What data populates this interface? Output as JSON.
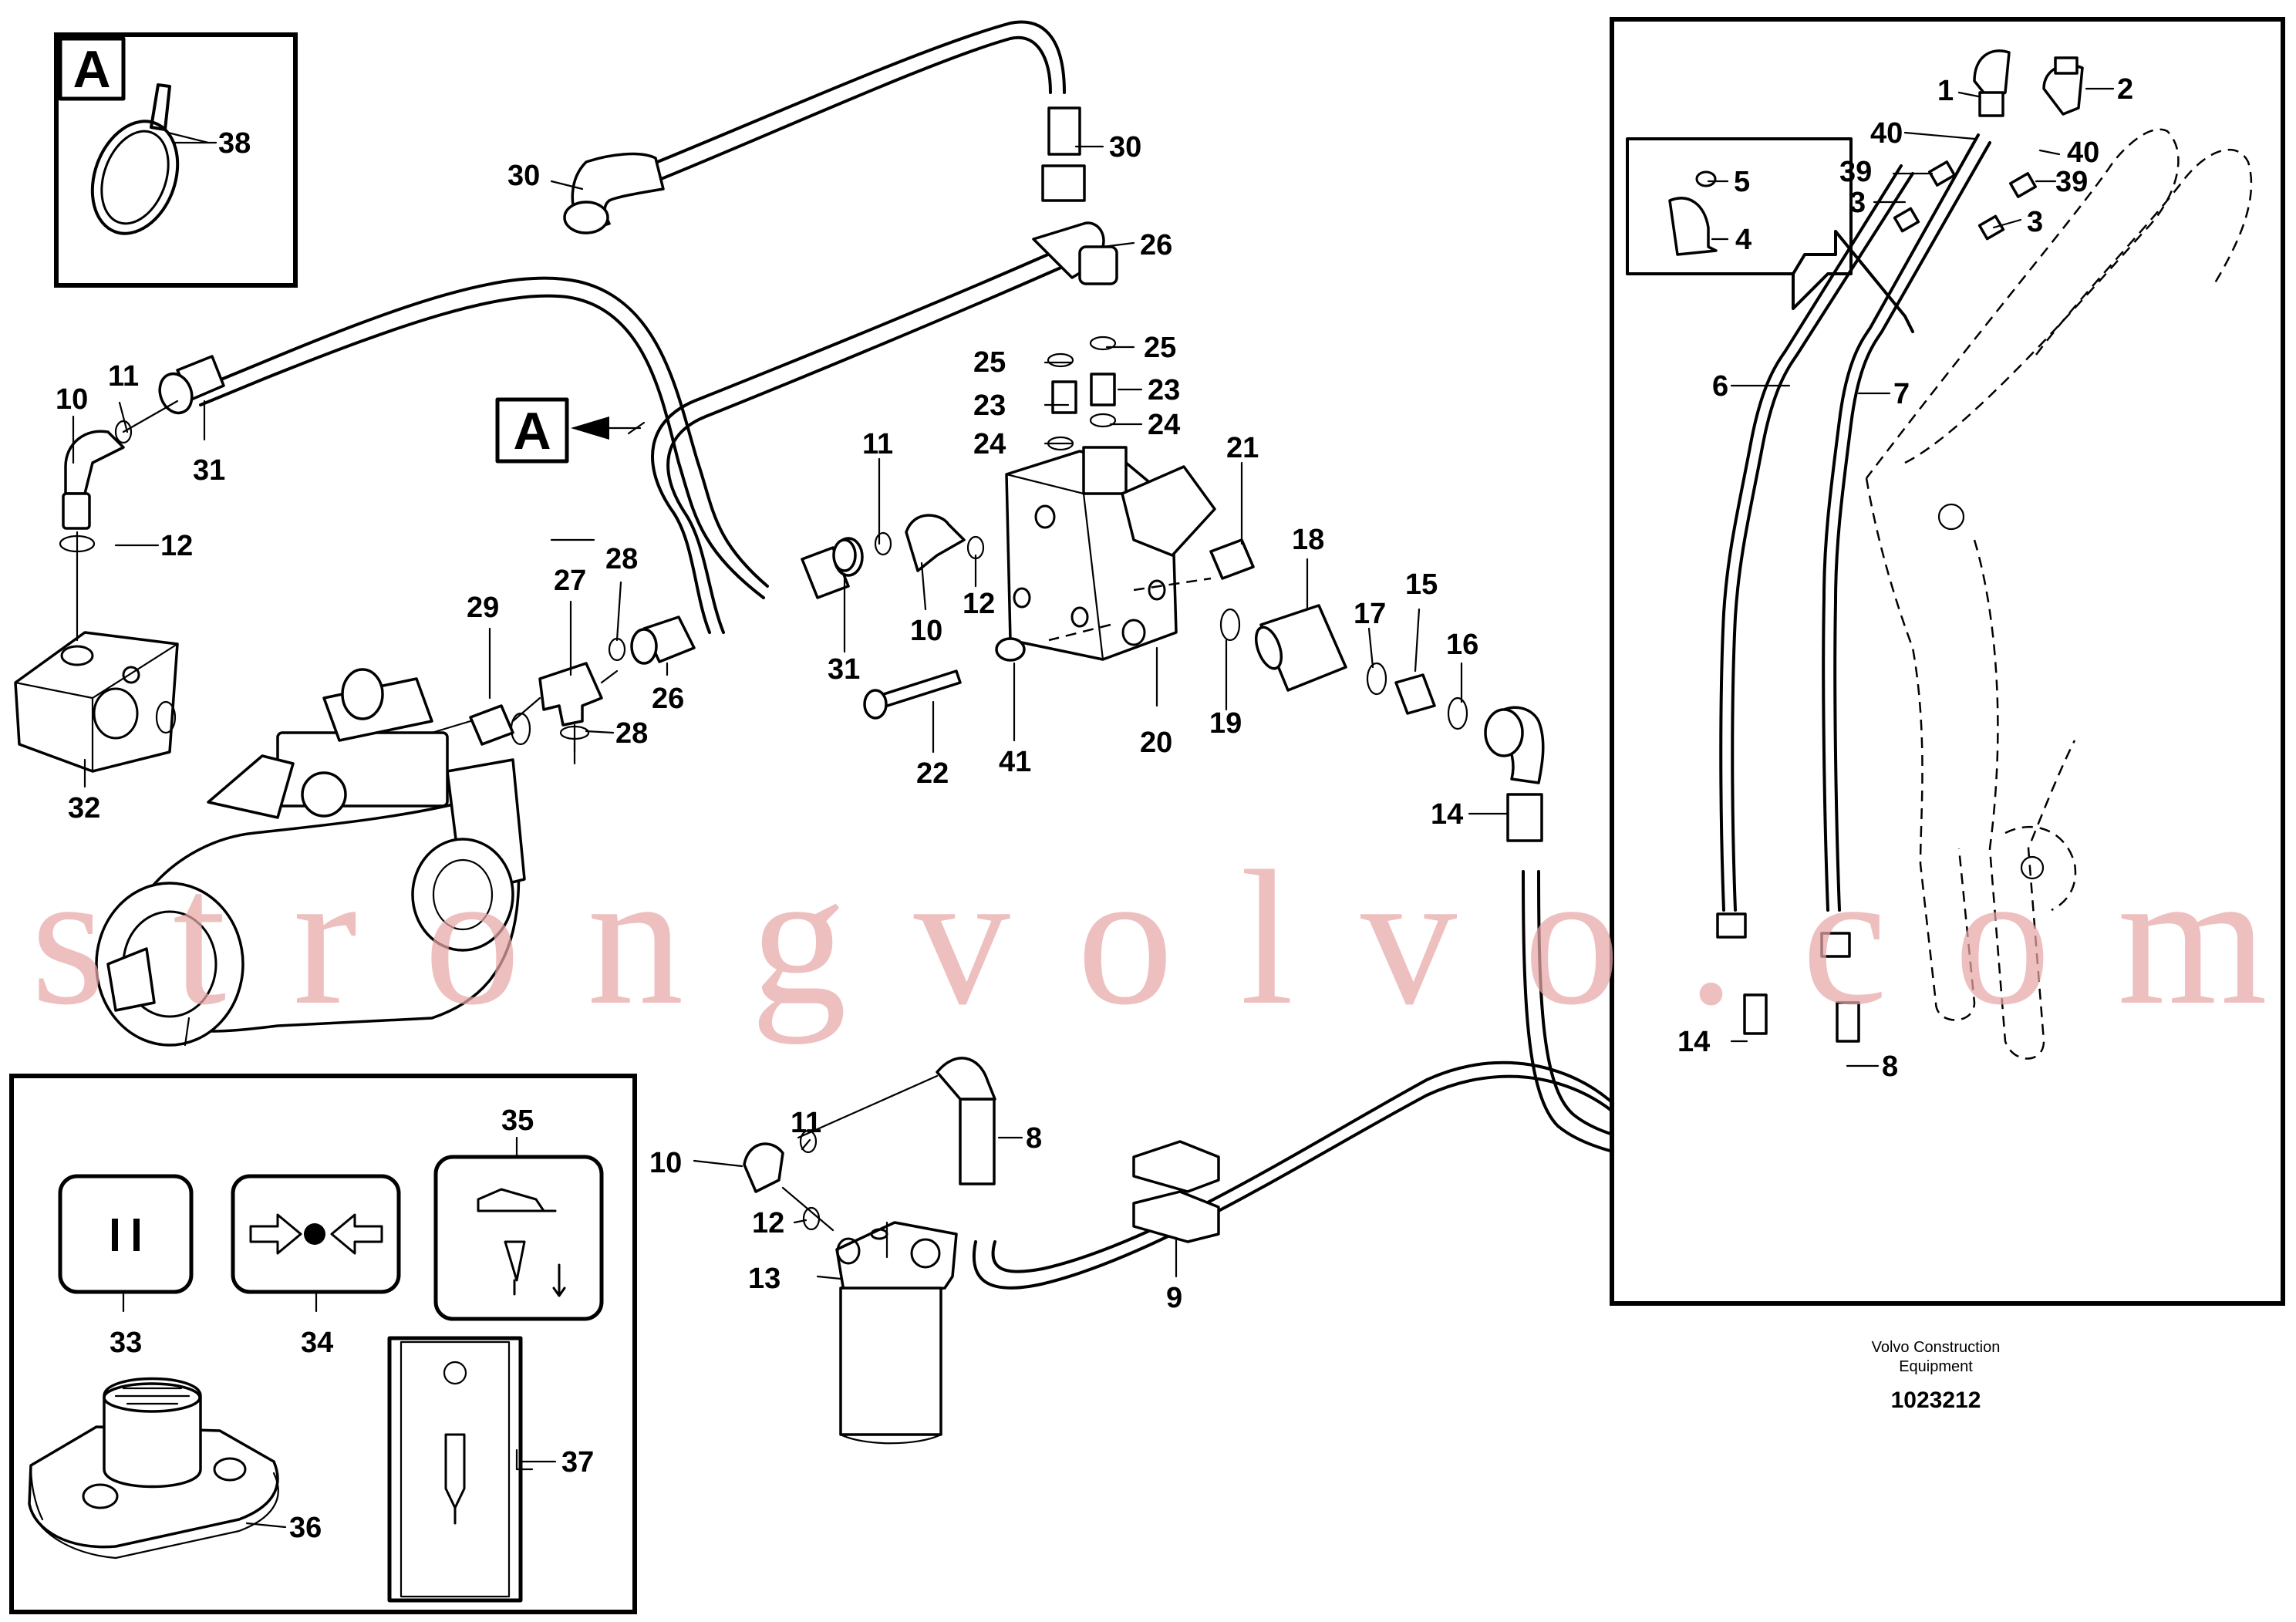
{
  "diagram": {
    "detail_label": "A",
    "watermark": "strongvolvo.com",
    "manufacturer_line1": "Volvo Construction",
    "manufacturer_line2": "Equipment",
    "drawing_number": "1023212",
    "callouts": {
      "c1": "1",
      "c2": "2",
      "c3a": "3",
      "c3b": "3",
      "c4": "4",
      "c5": "5",
      "c6": "6",
      "c7": "7",
      "c8a": "8",
      "c8b": "8",
      "c9": "9",
      "c10a": "10",
      "c10b": "10",
      "c10c": "10",
      "c11a": "11",
      "c11b": "11",
      "c11c": "11",
      "c12a": "12",
      "c12b": "12",
      "c12c": "12",
      "c13": "13",
      "c14a": "14",
      "c14b": "14",
      "c15": "15",
      "c16": "16",
      "c17": "17",
      "c18": "18",
      "c19": "19",
      "c20": "20",
      "c21": "21",
      "c22": "22",
      "c23a": "23",
      "c23b": "23",
      "c24a": "24",
      "c24b": "24",
      "c25a": "25",
      "c25b": "25",
      "c26a": "26",
      "c26b": "26",
      "c27": "27",
      "c28a": "28",
      "c28b": "28",
      "c29": "29",
      "c30a": "30",
      "c30b": "30",
      "c31a": "31",
      "c31b": "31",
      "c32": "32",
      "c33": "33",
      "c34": "34",
      "c35": "35",
      "c36": "36",
      "c37": "37",
      "c38": "38",
      "c39a": "39",
      "c39b": "39",
      "c40a": "40",
      "c40b": "40",
      "c41": "41"
    }
  }
}
